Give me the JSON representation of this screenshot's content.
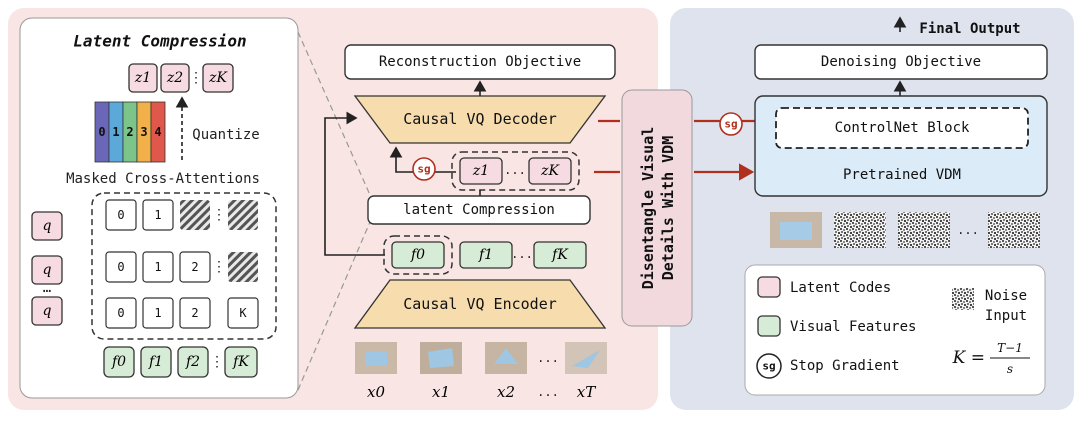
{
  "latent_compression": {
    "title": "Latent Compression",
    "quantize_label": "Quantize",
    "masked_cross_attention_label": "Masked Cross-Attentions",
    "codebook_digits": [
      "0",
      "1",
      "2",
      "3",
      "4"
    ],
    "codebook_colors": [
      "#6b67b8",
      "#5aa9d9",
      "#7cc48a",
      "#f2b04a",
      "#e0584b"
    ],
    "z_tokens": [
      "z1",
      "z2",
      "zK"
    ],
    "query_label": "q",
    "mask_rows": [
      [
        "0",
        "1",
        "",
        ""
      ],
      [
        "0",
        "1",
        "2",
        ""
      ],
      [
        "0",
        "1",
        "2",
        "K"
      ]
    ],
    "f_tokens": [
      "f0",
      "f1",
      "f2",
      "fK"
    ]
  },
  "center": {
    "reconstruction_objective": "Reconstruction Objective",
    "decoder": "Causal VQ Decoder",
    "encoder": "Causal VQ Encoder",
    "latent_compression_box": "latent Compression",
    "sg": "sg",
    "z_tokens": [
      "z1",
      "zK"
    ],
    "f_tokens": [
      "f0",
      "f1",
      "fK"
    ],
    "frames": [
      "x0",
      "x1",
      "x2",
      "xT"
    ],
    "ellipsis": "..."
  },
  "middle_label": [
    "Disentangle Visual",
    "Details With VDM"
  ],
  "right": {
    "final_output": "Final Output",
    "denoising_objective": "Denoising Objective",
    "controlnet": "ControlNet Block",
    "pretrained_vdm": "Pretrained VDM",
    "sg": "sg"
  },
  "legend": {
    "latent_codes": "Latent Codes",
    "visual_features": "Visual Features",
    "stop_gradient": "Stop Gradient",
    "sg": "sg",
    "noise_input": [
      "Noise",
      "Input"
    ],
    "formula_lhs": "K =",
    "formula_num": "T−1",
    "formula_den": "s"
  },
  "colors": {
    "left_bg": "#f8e5e4",
    "right_bg": "#dfe3ee",
    "trapezoid": "#f7dcae",
    "vdm": "#dcebf8",
    "red": "#b0301e"
  }
}
